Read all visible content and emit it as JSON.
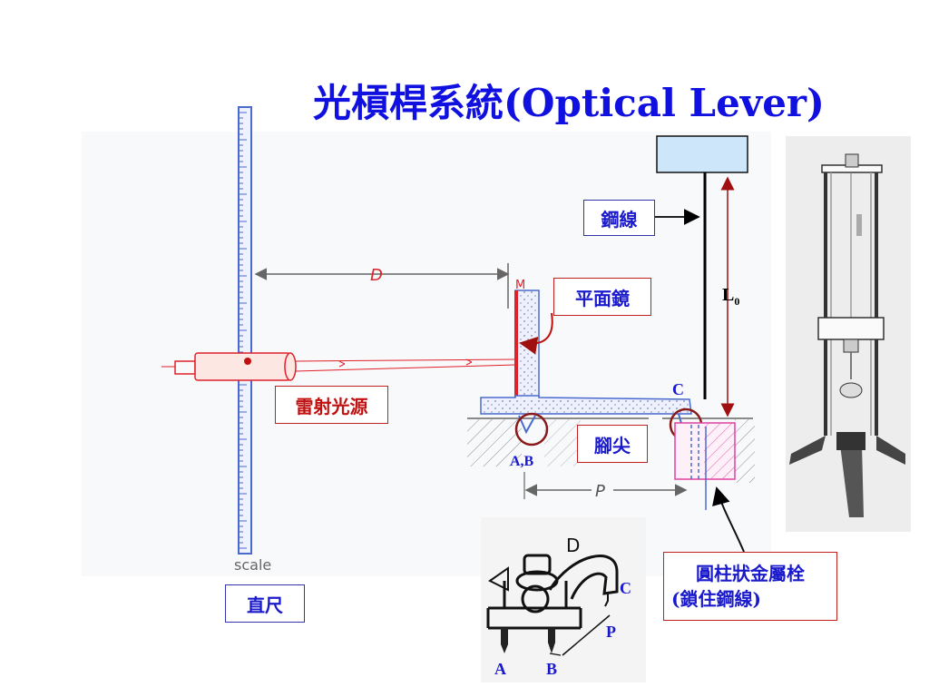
{
  "title": "光槓桿系統(Optical Lever)",
  "labels": {
    "steel_wire": "鋼線",
    "flat_mirror": "平面鏡",
    "laser_source": "雷射光源",
    "foot_tip": "腳尖",
    "ruler": "直尺",
    "cylinder_line1": "圓柱狀金屬栓",
    "cylinder_line2": "(鎖住鋼線)",
    "L0_main": "L",
    "L0_sub": "0",
    "C_top": "C",
    "AB": "A,B",
    "C_bottom": "C",
    "P_bottom": "P",
    "A": "A",
    "B": "B"
  },
  "sketch_text": {
    "D": "D",
    "P": "P",
    "M": "M",
    "scale": "scale",
    "D_small": "D"
  },
  "colors": {
    "title_blue": "#1010e0",
    "label_blue": "#1a1acc",
    "border_red": "#c02020",
    "sketch_red": "#e0202a",
    "sketch_pink": "#e040a0",
    "scale_blue": "#4a6ad0"
  }
}
